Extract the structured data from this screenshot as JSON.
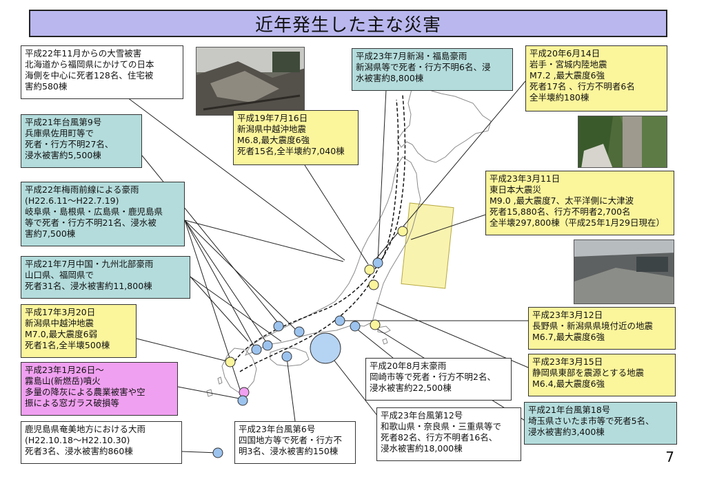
{
  "title": "近年発生した主な災害",
  "page_number": "7",
  "colors": {
    "title_bg": "#b9b7ee",
    "teal": "#b4dcdc",
    "yellow": "#fbf59c",
    "pink": "#f0a0f0",
    "tsunami_zone": "#f9f3b0"
  },
  "boxes": {
    "snow_h22": "平成22年11月からの大雪被害\n北海道から福岡県にかけての日本\n海側を中心に死者128名、住宅被\n害約580棟",
    "typhoon9_h21": "平成21年台風第9号\n兵庫県佐用町等で\n死者・行方不明27名、\n浸水被害約5,500棟",
    "rain_h22": "平成22年梅雨前線による豪雨\n(H22.6.11～H22.7.19)\n岐阜県・島根県・広島県・鹿児島県\n等で死者・行方不明21名、浸水被\n害約7,500棟",
    "rain_h21_7": "平成21年7月中国・九州北部豪雨\n山口県、福岡県で\n死者31名、浸水被害約11,800棟",
    "quake_h17": "平成17年3月20日\n新潟県中越沖地震\nM7.0,最大震度6弱\n死者1名,全半壊500棟",
    "kirishima_h23": "平成23年1月26日～\n霧島山(新燃岳)噴火\n多量の降灰による農業被害や空\n振による窓ガラス破損等",
    "amami_h22": "鹿児島県奄美地方における大雨\n(H22.10.18～H22.10.30)\n死者3名、浸水被害約860棟",
    "typhoon6_h23": "平成23年台風第6号\n四国地方等で死者・行方不\n明3名、浸水被害約150棟",
    "typhoon12_h23": "平成23年台風第12号\n和歌山県・奈良県・三重県等で\n死者82名、行方不明者16名、\n浸水被害約18,000棟",
    "rain_h20_8": "平成20年8月末豪雨\n岡崎市等で死者・行方不明2名、\n浸水被害約22,500棟",
    "typhoon18_h21": "平成21年台風第18号\n埼玉県さいたま市等で死者5名、\n浸水被害約3,400棟",
    "quake_h23_315": "平成23年3月15日\n静岡県東部を震源とする地震\nM6.4,最大震度6強",
    "quake_h23_312": "平成23年3月12日\n長野県・新潟県県境付近の地震\nM6.7,最大震度6強",
    "tohoku_h23": "平成23年3月11日\n東日本大震災\nM9.0 ,最大震度7、太平洋側に大津波\n死者15,880名、行方不明者2,700名\n全半壊297,800棟（平成25年1月29日現在）",
    "iwate_h20": "平成20年6月14日\n岩手・宮城内陸地震\nM7.2 ,最大震度6強\n死者17名 、行方不明者6名\n全半壊約180棟",
    "niigata_h23_7": "平成23年7月新潟・福島豪雨\n新潟県等で死者・行方不明6名、浸\n水被害約8,800棟",
    "chuetsu_h19": "平成19年7月16日\n新潟県中越沖地震\nM6.8,最大震度6強\n死者15名,全半壊約7,040棟"
  },
  "photos": [
    "collapsed-house-photo",
    "landslide-photo",
    "tsunami-town-photo"
  ]
}
